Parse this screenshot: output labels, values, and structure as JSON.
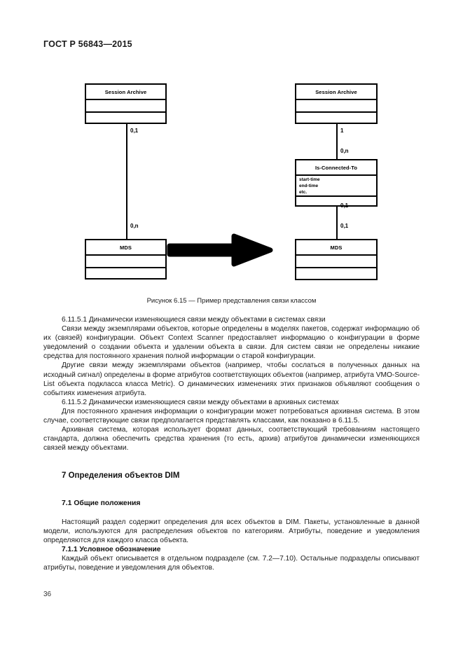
{
  "document": {
    "header": "ГОСТ Р 56843—2015",
    "page_number": "36"
  },
  "figure": {
    "caption": "Рисунок 6.15 — Пример представления связи классом",
    "arrow_icon": "right-arrow-icon",
    "left_diagram": {
      "boxes": [
        {
          "title": "Session Archive",
          "attributes": []
        },
        {
          "title": "MDS",
          "attributes": []
        }
      ],
      "multiplicities": [
        "0,1",
        "0,n"
      ]
    },
    "right_diagram": {
      "boxes": [
        {
          "title": "Session Archive",
          "attributes": []
        },
        {
          "title": "Is-Connected-To",
          "attributes": [
            "start-time",
            "end-time",
            "etc."
          ]
        },
        {
          "title": "MDS",
          "attributes": []
        }
      ],
      "multiplicities": [
        "1",
        "0,n",
        "0,1",
        "0,1"
      ]
    }
  },
  "content": {
    "clause_6_11_5_1": "6.11.5.1 Динамически изменяющиеся связи между объектами в системах связи",
    "para_1": "Связи между экземплярами объектов, которые определены в моделях пакетов, содержат информацию об их (связей) конфигурации. Объект Context Scanner предоставляет информацию о конфигурации в форме уведомлений о создании объекта и удалении объекта в связи. Для систем связи не определены никакие средства для постоянного хранения полной информации о старой конфигурации.",
    "para_2": "Другие связи между экземплярами объектов (например, чтобы сослаться в полученных данных на исходный сигнал) определены в форме атрибутов соответствующих объектов (например, атрибута VMO-Source-List объекта подкласса класса Metric). О динамических изменениях этих признаков объявляют сообщения о событиях изменения атрибута.",
    "clause_6_11_5_2": "6.11.5.2 Динамически изменяющиеся связи между объектами в архивных системах",
    "para_3": "Для постоянного хранения информации о конфигурации может потребоваться архивная система. В этом случае, соответствующие связи предполагается представлять классами, как показано в 6.11.5.",
    "para_4": "Архивная система, которая использует формат данных, соответствующий требованиям настоящего стандарта, должна обеспечить средства хранения (то есть, архив) атрибутов динамически изменяющихся связей между объектами.",
    "section_7": "7 Определения объектов DIM",
    "section_7_1": "7.1 Общие положения",
    "para_5": "Настоящий раздел содержит определения для всех объектов в DIM. Пакеты, установленные в данной модели, используются для распределения объектов по категориям. Атрибуты, поведение и уведомления определяются для каждого класса объекта.",
    "section_7_1_1": "7.1.1 Условное обозначение",
    "para_6": "Каждый объект описывается в отдельном подразделе (см. 7.2—7.10). Остальные подразделы описывают атрибуты, поведение и уведомления для объектов."
  }
}
